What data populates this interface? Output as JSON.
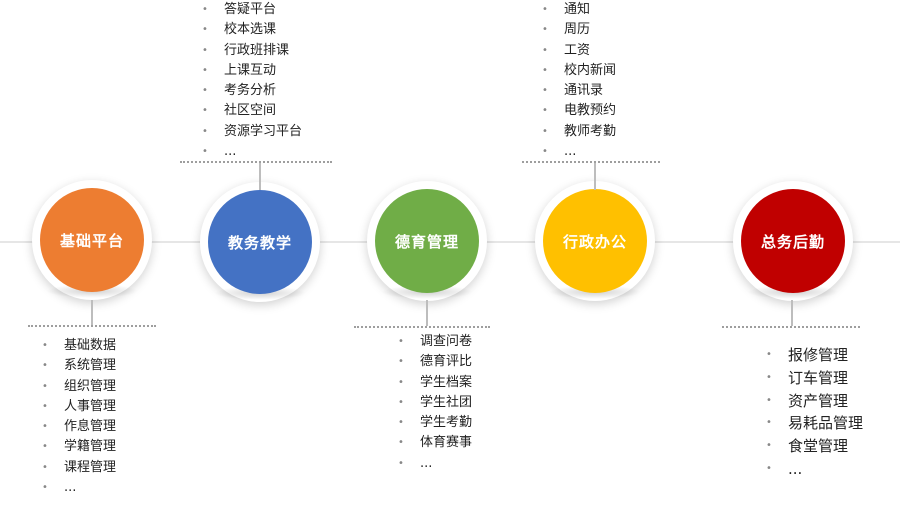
{
  "modules": [
    {
      "title": "基础平台",
      "color": "#ED7D31",
      "items": [
        "基础数据",
        "系统管理",
        "组织管理",
        "人事管理",
        "作息管理",
        "学籍管理",
        "课程管理",
        "..."
      ]
    },
    {
      "title": "教务教学",
      "color": "#4472C4",
      "items": [
        "答疑平台",
        "校本选课",
        "行政班排课",
        "上课互动",
        "考务分析",
        "社区空间",
        "资源学习平台",
        "..."
      ]
    },
    {
      "title": "德育管理",
      "color": "#70AD47",
      "items": [
        "调查问卷",
        "德育评比",
        "学生档案",
        "学生社团",
        "学生考勤",
        "体育赛事",
        "..."
      ]
    },
    {
      "title": "行政办公",
      "color": "#FFC000",
      "items": [
        "通知",
        "周历",
        "工资",
        "校内新闻",
        "通讯录",
        "电教预约",
        "教师考勤",
        "..."
      ]
    },
    {
      "title": "总务后勤",
      "color": "#C00000",
      "items": [
        "报修管理",
        "订车管理",
        "资产管理",
        "易耗品管理",
        "食堂管理",
        "..."
      ]
    }
  ]
}
